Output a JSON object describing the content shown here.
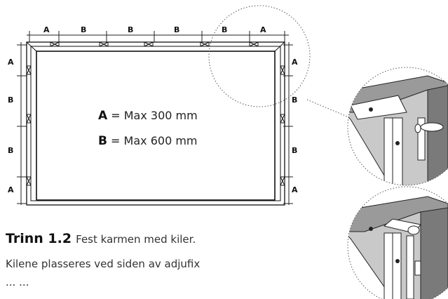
{
  "diagram": {
    "top_labels": [
      "A",
      "B",
      "B",
      "B",
      "B",
      "A"
    ],
    "left_labels": [
      "A",
      "B",
      "B",
      "A"
    ],
    "right_labels": [
      "A",
      "B",
      "B",
      "A"
    ],
    "legend": [
      {
        "key": "A",
        "text": " = Max 300 mm"
      },
      {
        "key": "B",
        "text": " = Max 600 mm"
      }
    ]
  },
  "step": {
    "title": "Trinn 1.2",
    "description": "Fest karmen med kiler.",
    "body": "Kilene plasseres ved siden av adjufix",
    "body_cut": "...  ..."
  }
}
